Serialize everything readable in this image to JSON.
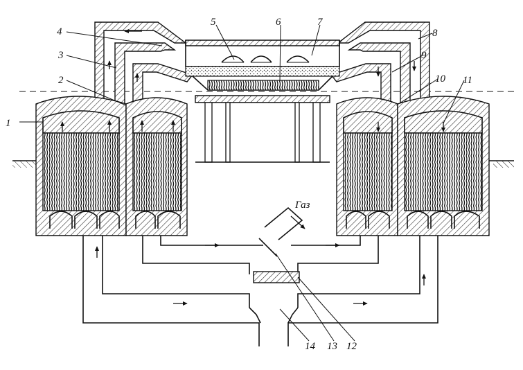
{
  "diagram": {
    "gas_label": "Газ",
    "callouts": [
      {
        "id": "1",
        "text": "1"
      },
      {
        "id": "2",
        "text": "2"
      },
      {
        "id": "3",
        "text": "3"
      },
      {
        "id": "4",
        "text": "4"
      },
      {
        "id": "5",
        "text": "5"
      },
      {
        "id": "6",
        "text": "6"
      },
      {
        "id": "7",
        "text": "7"
      },
      {
        "id": "8",
        "text": "8"
      },
      {
        "id": "9",
        "text": "9"
      },
      {
        "id": "10",
        "text": "10"
      },
      {
        "id": "11",
        "text": "11"
      },
      {
        "id": "12",
        "text": "12"
      },
      {
        "id": "13",
        "text": "13"
      },
      {
        "id": "14",
        "text": "14"
      }
    ]
  }
}
